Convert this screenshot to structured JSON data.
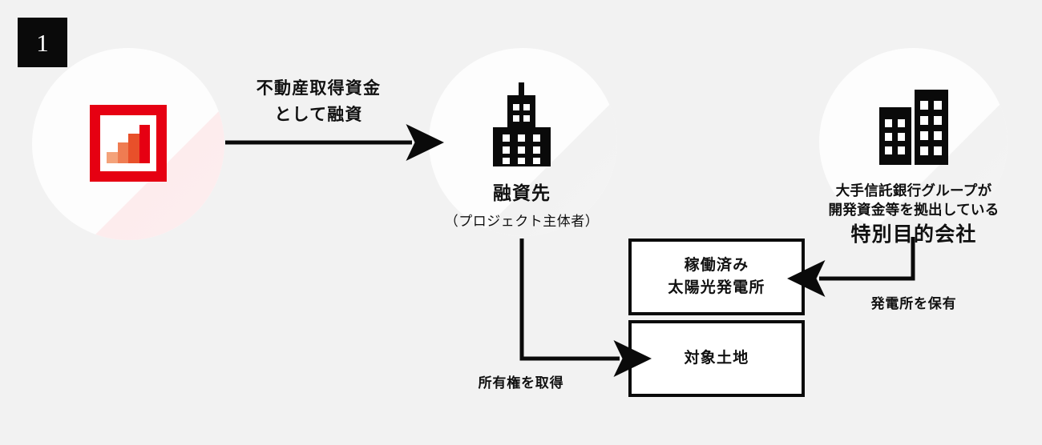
{
  "step": {
    "number": "1"
  },
  "nodes": {
    "lender": {
      "icon": "bar-chart-icon",
      "bars": [
        "#f4a27a",
        "#ef7c52",
        "#e8502a",
        "#e60012"
      ]
    },
    "borrower": {
      "icon": "office-building-icon",
      "title": "融資先",
      "subtitle": "（プロジェクト主体者）"
    },
    "spc": {
      "icon": "two-buildings-icon",
      "line1": "大手信託銀行グループが",
      "line2": "開発資金等を拠出している",
      "title": "特別目的会社"
    }
  },
  "boxes": {
    "solar": {
      "line1": "稼働済み",
      "line2": "太陽光発電所"
    },
    "land": {
      "line1": "対象土地"
    }
  },
  "arrows": {
    "loan": {
      "line1": "不動産取得資金",
      "line2": "として融資"
    },
    "ownership": {
      "label": "所有権を取得"
    },
    "holding": {
      "label": "発電所を保有"
    }
  },
  "colors": {
    "background": "#f2f2f2",
    "ink": "#111111",
    "brand_red": "#e60012",
    "badge": "#0a0a0a",
    "circle": "#fdfdfd"
  }
}
